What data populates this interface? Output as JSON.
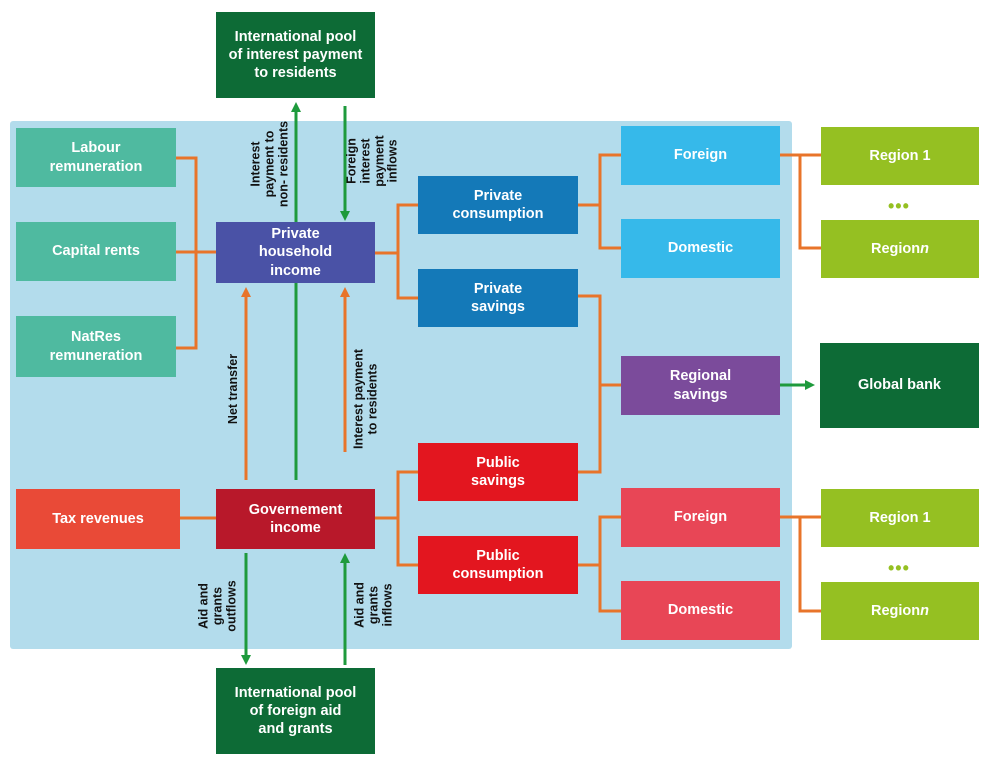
{
  "boxes": {
    "pool_interest": "International pool\nof interest payment\nto residents",
    "pool_aid": "International pool\nof foreign aid\nand grants",
    "labour": "Labour\nremuneration",
    "capital": "Capital rents",
    "natres": "NatRes\nremuneration",
    "tax": "Tax revenues",
    "household": "Private\nhousehold\nincome",
    "government": "Governement\nincome",
    "priv_consumption": "Private\nconsumption",
    "priv_savings": "Private\nsavings",
    "pub_savings": "Public\nsavings",
    "pub_consumption": "Public\nconsumption",
    "foreign_top": "Foreign",
    "domestic_top": "Domestic",
    "regional_savings": "Regional\nsavings",
    "foreign_bottom": "Foreign",
    "domestic_bottom": "Domestic",
    "region1_top": "Region 1",
    "regionn_top_prefix": "Region ",
    "regionn_top_var": "n",
    "global_bank": "Global bank",
    "region1_bottom": "Region 1",
    "regionn_bottom_prefix": "Region ",
    "regionn_bottom_var": "n",
    "dots_top": "•••",
    "dots_bottom": "•••"
  },
  "labels": {
    "interest_nonres": "Interest\npayment to\nnon- residents",
    "foreign_interest": "Foreign\ninterest\npayment\ninflows",
    "net_transfer": "Net transfer",
    "interest_res": "Interest payment\nto residents",
    "aid_outflows": "Aid and\ngrants\noutflows",
    "aid_inflows": "Aid and\ngrants\ninflows"
  },
  "colors": {
    "connector": "#e8742a",
    "flow_arrow": "#1e9a3c",
    "background_panel": "#b3dcec"
  }
}
